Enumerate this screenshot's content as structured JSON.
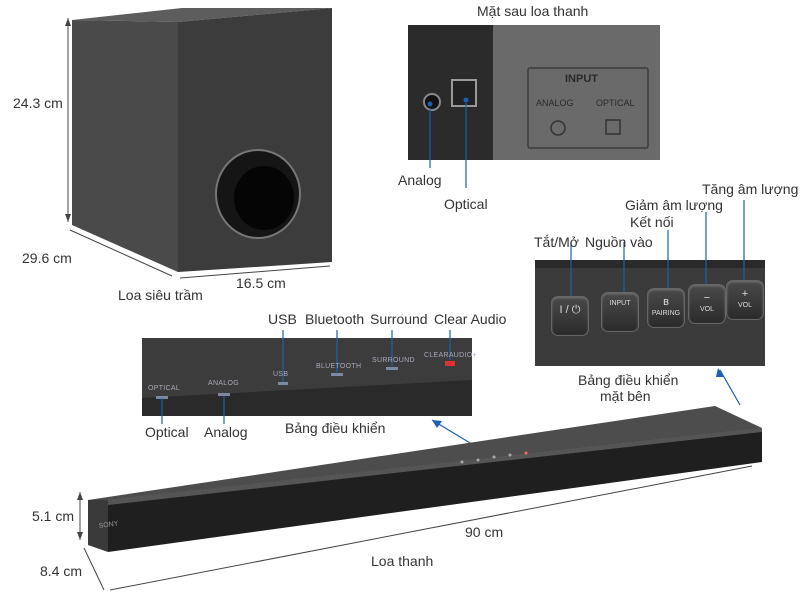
{
  "labels": {
    "rear_title": "Mặt sau loa thanh",
    "sub_height": "24.3 cm",
    "sub_depth": "29.6 cm",
    "sub_width": "16.5 cm",
    "subwoofer": "Loa siêu trầm",
    "analog_rear": "Analog",
    "optical_rear": "Optical",
    "vol_up": "Tăng âm lượng",
    "vol_down": "Giảm âm lượng",
    "pairing": "Kết nối",
    "power": "Tắt/Mở",
    "input": "Nguồn vào",
    "side_panel_1": "Bảng điều khiển",
    "side_panel_2": "mặt bên",
    "usb": "USB",
    "bluetooth": "Bluetooth",
    "surround": "Surround",
    "clear_audio": "Clear Audio",
    "optical_top": "Optical",
    "analog_top": "Analog",
    "top_panel": "Bảng  điều khiển",
    "bar_height": "5.1 cm",
    "bar_depth": "8.4 cm",
    "bar_length": "90 cm",
    "soundbar": "Loa thanh"
  },
  "rear_panel": {
    "input_title": "INPUT",
    "analog": "ANALOG",
    "optical": "OPTICAL"
  },
  "top_panel_silk": {
    "optical": "OPTICAL",
    "analog": "ANALOG",
    "usb": "USB",
    "bluetooth": "BLUETOOTH",
    "surround": "SURROUND",
    "clear_audio": "CLEARAUDIO+"
  },
  "side_buttons": [
    {
      "glyph": "I / ⏻",
      "text": ""
    },
    {
      "glyph": "",
      "text": "INPUT"
    },
    {
      "glyph": "ʙ",
      "text": "PAIRING"
    },
    {
      "glyph": "−",
      "text": "VOL"
    },
    {
      "glyph": "+",
      "text": "VOL"
    }
  ],
  "brand": "SONY",
  "colors": {
    "callout_line": "#1a5fb4",
    "device_dark": "#3a3a3a",
    "clear_audio_led": "#e03030"
  }
}
